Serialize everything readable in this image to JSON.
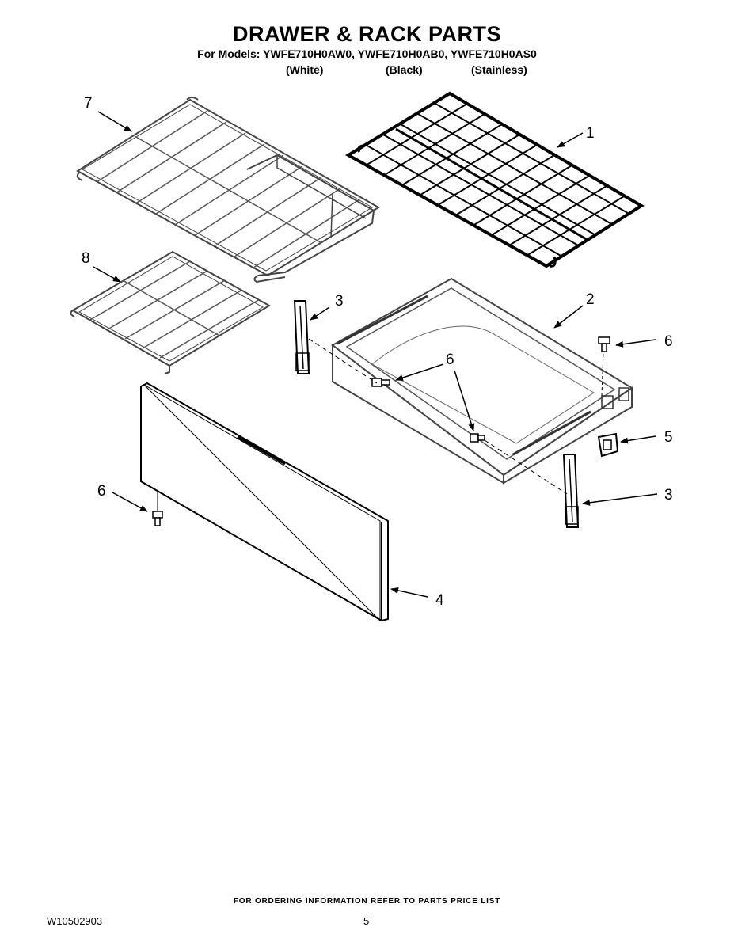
{
  "header": {
    "title": "DRAWER & RACK PARTS",
    "models_line": "For Models: YWFE710H0AW0, YWFE710H0AB0, YWFE710H0AS0",
    "variants": [
      "(White)",
      "(Black)",
      "(Stainless)"
    ]
  },
  "diagram": {
    "callouts": [
      {
        "id": "callout-7",
        "text": "7"
      },
      {
        "id": "callout-1",
        "text": "1"
      },
      {
        "id": "callout-8",
        "text": "8"
      },
      {
        "id": "callout-3-top",
        "text": "3"
      },
      {
        "id": "callout-2",
        "text": "2"
      },
      {
        "id": "callout-6-right",
        "text": "6"
      },
      {
        "id": "callout-6-mid",
        "text": "6"
      },
      {
        "id": "callout-5",
        "text": "5"
      },
      {
        "id": "callout-3-bottom",
        "text": "3"
      },
      {
        "id": "callout-6-left",
        "text": "6"
      },
      {
        "id": "callout-4",
        "text": "4"
      }
    ]
  },
  "footer": {
    "note": "FOR ORDERING INFORMATION REFER TO PARTS PRICE LIST",
    "doc_number": "W10502903",
    "page_number": "5"
  }
}
